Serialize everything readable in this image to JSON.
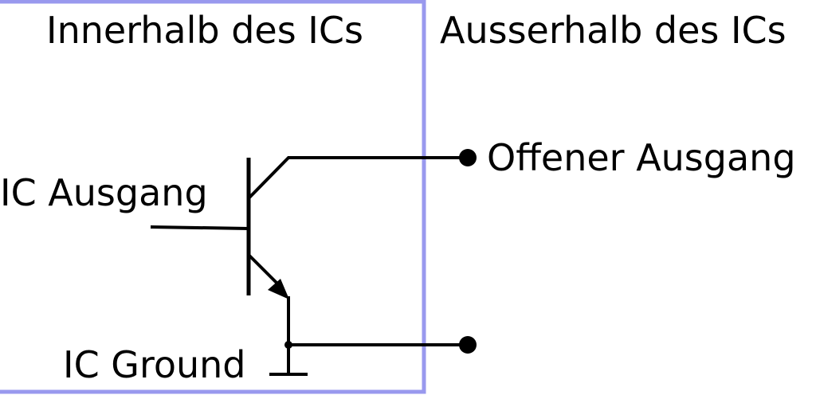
{
  "labels": {
    "inside": "Innerhalb des ICs",
    "outside": "Ausserhalb des ICs",
    "open_output": "Offener Ausgang",
    "ic_output": "IC Ausgang",
    "ic_ground": "IC Ground"
  },
  "colors": {
    "ic_boundary": "#9999ee",
    "wires": "#000000",
    "background": "#ffffff"
  }
}
